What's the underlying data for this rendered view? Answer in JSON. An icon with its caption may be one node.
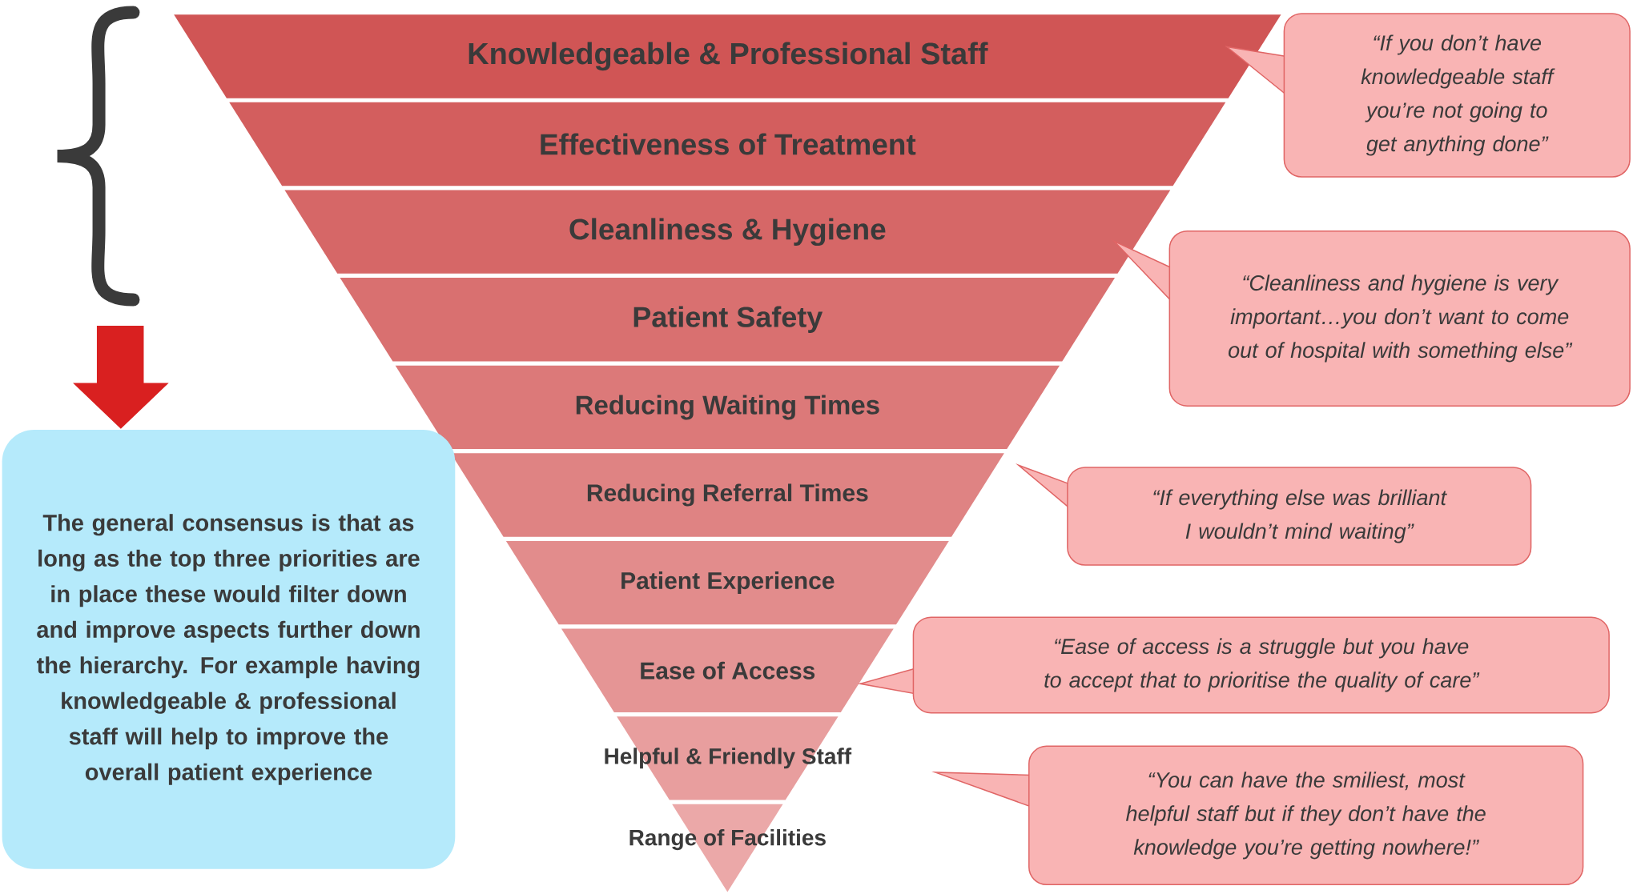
{
  "diagram": {
    "nodes": [
      {
        "text": [
          "Knowledgeable & Professional Staff"
        ]
      },
      {
        "text": [
          "Effectiveness of Treatment"
        ]
      },
      {
        "text": [
          "Cleanliness & Hygiene"
        ]
      },
      {
        "text": [
          "Patient Safety"
        ]
      },
      {
        "text": [
          "Reducing Waiting Times"
        ]
      },
      {
        "text": [
          "Reducing Referral Times"
        ]
      },
      {
        "text": [
          "Patient Experience"
        ]
      },
      {
        "text": [
          "Ease of Access"
        ]
      },
      {
        "text": [
          "Helpful & Friendly Staff"
        ]
      },
      {
        "text": [
          "Range of Facilities"
        ]
      },
      {
        "text": [
          "“If you don’t have knowledgeable staff you’re not going to get anything done”"
        ]
      },
      {
        "text": [
          "“Cleanliness and hygiene is very important…you don’t want to come out of hospital with something else”"
        ]
      },
      {
        "text": [
          "“If everything else was brilliant I wouldn’t mind waiting”"
        ]
      },
      {
        "text": [
          "“Ease of access is a struggle but you have to accept that to prioritise the quality of care”"
        ]
      },
      {
        "text": [
          "“You can have the smiliest, most helpful staff but if they don’t have the knowledge you’re getting nowhere!”"
        ]
      },
      {
        "text": [
          "The general consensus is that as long as the top three priorities are in place these would filter down and improve aspects further down the hierarchy. For example having knowledgeable & professional staff will help to improve the overall patient experience"
        ]
      }
    ]
  }
}
